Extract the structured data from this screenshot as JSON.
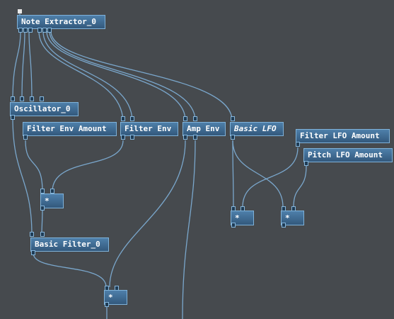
{
  "nodes": {
    "note_extractor": "Note Extractor_0",
    "oscillator": "Oscillator_0",
    "filter_env_amount": "Filter Env Amount",
    "filter_env": "Filter Env",
    "amp_env": "Amp Env",
    "basic_lfo": "Basic LFO",
    "filter_lfo_amount": "Filter LFO Amount",
    "pitch_lfo_amount": "Pitch LFO Amount",
    "basic_filter": "Basic Filter_0",
    "multiply_symbol": "*"
  },
  "colors": {
    "background": "#464a4e",
    "node_fill": "#3f6a92",
    "wire": "#7aa7cc",
    "port": "#1f3c55"
  }
}
